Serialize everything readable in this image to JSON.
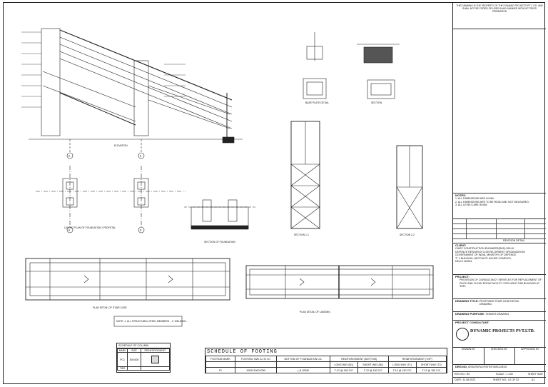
{
  "title_block": {
    "ownership_note": "THIS DRAWING IS THE PROPERTY OF THE DYNAMIC PROJECTS PVT. LTD. AND SHALL NOT BE COPIED OR USED IN ANY MANNER WITHOUT PRIOR PERMISSION",
    "notes_title": "NOTES:",
    "notes": [
      "1. ALL DIMENSIONS ARE IN MM.",
      "2. ALL DIMENSIONS ARE TO BE READ AND NOT MEASURED.",
      "3. ALL LEVELS ARE IN MM."
    ],
    "revision_label": "REVISION DETAIL",
    "client_label": "CLIENT:",
    "client_lines": [
      "CHIEF CONSTRUCTION ENGINEER(R&D) DELHI",
      "DEFENCE RESEARCH & DEVELOPMENT ORGANIZATION",
      "GOVERNMENT OF INDIA, MINISTRY OF DEFENCE",
      "'F' 1 BUILDING, METCALFE HOUSE COMPLEX,",
      "DELHI 110054"
    ],
    "project_label": "PROJECT:",
    "project_text": "PROVISION OF CONSULTANCY SERVICES FOR REPLACEMENT OF PDGC AND CLEAN ROOM FACILITY FOR NIGHT FAB BUILDING AT SSPL",
    "drawing_title_label": "DRAWING TITLE:",
    "drawing_title": "PROPOSED STAIR CASE DETAIL DRAWING",
    "drawing_purpose_label": "DRAWING PURPOSE:",
    "drawing_purpose": "TENDER DRAWING",
    "consultant_label": "PROJECT CONSULTANT:",
    "consultant_name": "DYNAMIC PROJECTS PVT.LTD.",
    "drawn_by_label": "DRAWN BY",
    "checked_by_label": "CHECKED BY",
    "approved_by_label": "APPROVED BY",
    "drg_no_label": "DRG.NO.",
    "drg_no": "DRDO/SSPL/DP/STR/STAIRCASE/02",
    "rev_no_label": "REV NO.: R0",
    "scale_label": "SCALE : 1:100",
    "sheet_size_label": "SHEET SIZE",
    "date_label": "DATE: 31.08.2023",
    "sheet_no_label": "SHEET NO.: 02 OF 02",
    "sheet_size": "A1"
  },
  "schedule": {
    "title": "SCHEDULE OF FOOTING",
    "headers": [
      "FOOTING MARK",
      "FOOTING SIZE A x B x D",
      "BOTTOM OF FOUNDATION LVL",
      "REINFORCEMENT (BOTTOM)",
      "",
      "REINFORCEMENT (TOP)",
      ""
    ],
    "subheaders": [
      "",
      "",
      "",
      "LONG WAY (B1)",
      "SHORT WAY (B2)",
      "LONG WAY (T1)",
      "SHORT WAY (T2)"
    ],
    "row": [
      "F1",
      "1000X1000X350",
      "(-)1.500M",
      "T-12 @ 150 C/C",
      "T-12 @ 150 C/C",
      "T-12 @ 150 C/C",
      "T-12 @ 150 C/C"
    ]
  },
  "legend": {
    "title": "SCHEDULE OF COLUMN",
    "col_headers": [
      "MARK",
      "SIZE",
      "REINFORCEMENT"
    ],
    "row": [
      "PC1",
      "300x300",
      ""
    ],
    "ties": "TIES"
  },
  "captions": {
    "elevation": "ELEVATION",
    "plan": "LAYOUT PLAN OF FOUNDATION / PEDESTAL",
    "section": "SECTION OF FOUNDATION",
    "stair_plan_1": "PLAN DETAIL OF STAIR CASE",
    "stair_plan_2": "PLAN DETAIL OF LANDING",
    "grid_a": "A",
    "grid_b": "B",
    "detail_1": "BASE PLATE DETAIL",
    "detail_2": "SECTION",
    "sec1": "SECTION 1-1",
    "sec2": "SECTION 2-2",
    "note_box": "NOTE: 1. ALL STRUCTURAL STEEL MEMBERS... 2. WELDING..."
  }
}
